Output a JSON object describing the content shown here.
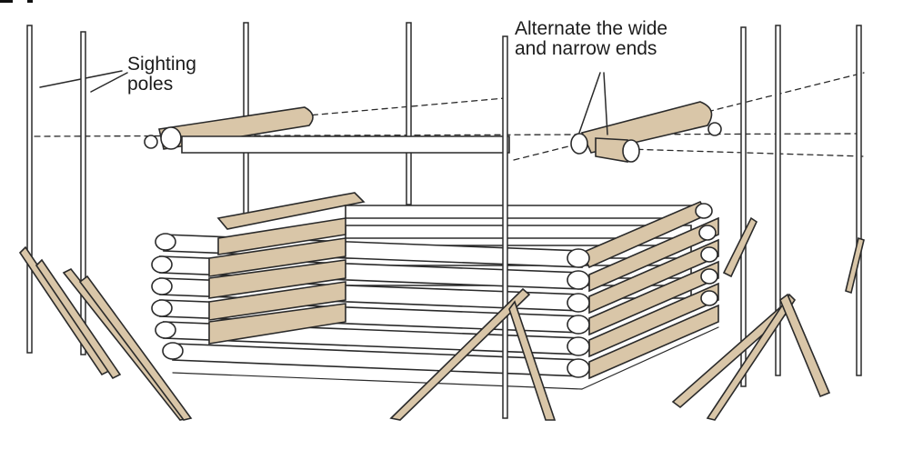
{
  "labels": {
    "sighting_line1": "Sighting",
    "sighting_line2": "poles",
    "alternate_line1": "Alternate the wide",
    "alternate_line2": "and narrow ends"
  },
  "colors": {
    "ink": "#2a2a2a",
    "log_shade": "#d9c6a8",
    "paper": "#ffffff"
  }
}
